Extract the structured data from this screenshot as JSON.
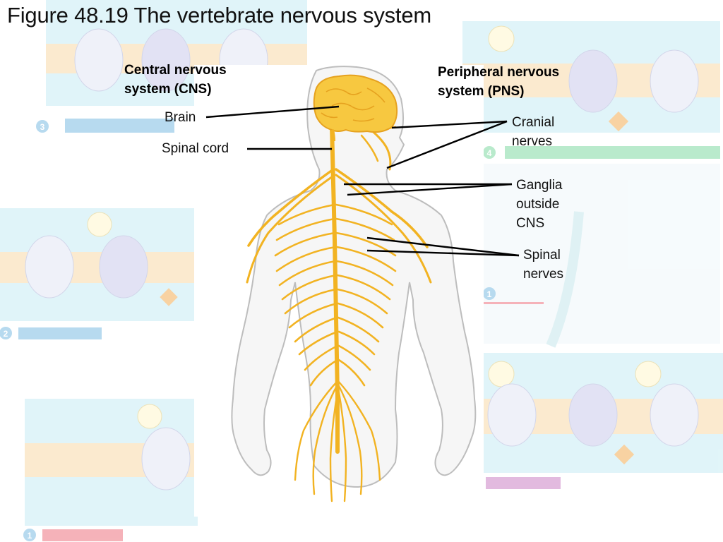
{
  "title": "Figure 48.19 The vertebrate nervous system",
  "cns": {
    "heading_line1": "Central nervous",
    "heading_line2": "system (CNS)",
    "brain": "Brain",
    "spinal_cord": "Spinal cord"
  },
  "pns": {
    "heading_line1": "Peripheral nervous",
    "heading_line2": "system (PNS)",
    "cranial_line1": "Cranial",
    "cranial_line2": "nerves",
    "ganglia_line1": "Ganglia",
    "ganglia_line2": "outside",
    "ganglia_line3": "CNS",
    "spinal_line1": "Spinal",
    "spinal_line2": "nerves"
  },
  "background_panels": {
    "step_numbers": [
      "3",
      "4",
      "2",
      "1",
      "1"
    ]
  },
  "colors": {
    "nerve": "#f2b322",
    "brain": "#f7c840",
    "body_outline": "#bdbdbd",
    "panel_sky": "#d9f2f8",
    "panel_membrane": "#fbe6c4",
    "channel": "#dcdcf2"
  }
}
